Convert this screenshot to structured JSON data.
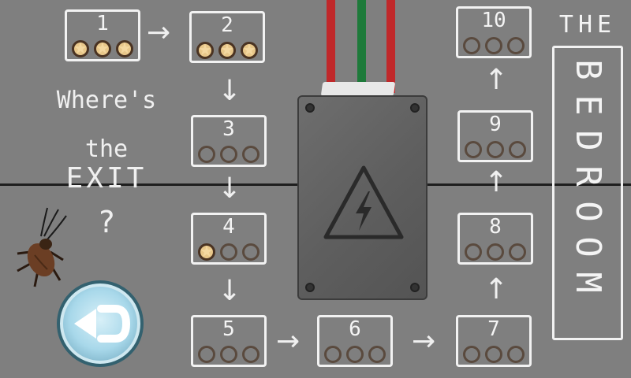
{
  "question": {
    "line1": "Where's",
    "line2": "the",
    "line3": "EXIT",
    "line4": "?"
  },
  "title": {
    "the": "THE",
    "letters": [
      "B",
      "E",
      "D",
      "R",
      "O",
      "O",
      "M"
    ]
  },
  "levels": [
    {
      "num": "1",
      "stars": 3
    },
    {
      "num": "2",
      "stars": 3
    },
    {
      "num": "3",
      "stars": 0
    },
    {
      "num": "4",
      "stars": 1
    },
    {
      "num": "5",
      "stars": 0
    },
    {
      "num": "6",
      "stars": 0
    },
    {
      "num": "7",
      "stars": 0
    },
    {
      "num": "8",
      "stars": 0
    },
    {
      "num": "9",
      "stars": 0
    },
    {
      "num": "10",
      "stars": 0
    }
  ],
  "icons": {
    "back": "back-arrow-icon",
    "hazard": "high-voltage-icon",
    "bug": "cockroach-icon"
  },
  "colors": {
    "background": "#7f7f7f",
    "chalk": "#f2f2f2",
    "wire_red": "#c0282a",
    "wire_green": "#1e7a3a",
    "panel": "#5e5e5e"
  }
}
